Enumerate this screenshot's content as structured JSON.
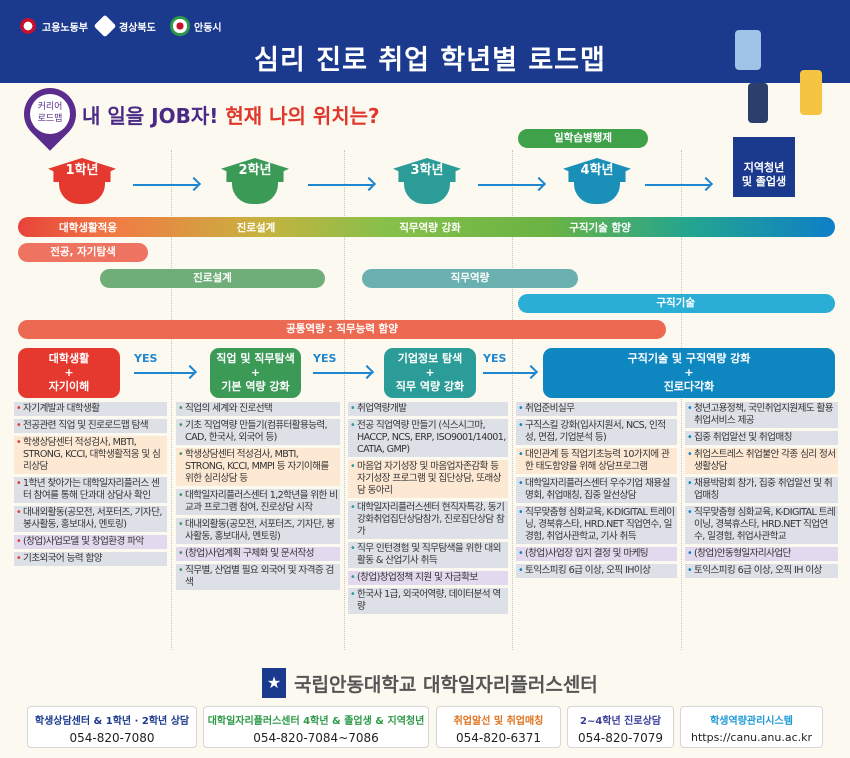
{
  "header": {
    "logos": [
      "고용노동부",
      "경상북도",
      "안동시"
    ],
    "title": "심리 진로 취업 학년별 로드맵"
  },
  "pin": {
    "line1": "커리어",
    "line2": "로드맵"
  },
  "subtitle": {
    "part1": "내 일을 JOB자!",
    "part2": "현재 나의 위치는?"
  },
  "work_study": "일학습병행제",
  "grades": [
    "1학년",
    "2학년",
    "3학년",
    "4학년"
  ],
  "graduate": {
    "line1": "지역청년",
    "line2": "및 졸업생"
  },
  "main_bar": [
    "대학생활적응",
    "진로설계",
    "직무역량 강화",
    "구직기술 함양"
  ],
  "bars": {
    "major": "전공, 자기탐색",
    "career": "진로설계",
    "job": "직무역량",
    "jobskill": "구직기술",
    "common": "공통역량 : 직무능력 함양"
  },
  "yes": "YES",
  "plus": "+",
  "stages": [
    {
      "a": "대학생활",
      "b": "자기이해",
      "color": "#e5392f"
    },
    {
      "a": "직업 및 직무탐색",
      "b": "기본 역량 강화",
      "color": "#3c9a57"
    },
    {
      "a": "기업정보 탐색",
      "b": "직무 역량 강화",
      "color": "#2b9c97"
    },
    {
      "a": "구직기술 및 구직역량 강화",
      "b": "진로다각화",
      "color": "#0e86c0"
    }
  ],
  "columns": [
    {
      "bullet": "#e5392f",
      "items": [
        {
          "t": "자기계발과 대학생활",
          "k": "g"
        },
        {
          "t": "전공관련 직업 및 진로로드맵 탐색",
          "k": "g"
        },
        {
          "t": "학생상담센터 적성검사, MBTI, STRONG, KCCI, 대학생활적응 및 심리상담",
          "k": "o"
        },
        {
          "t": "1학년 찾아가는 대학일자리플러스 센터 참여를 통해 단과대 상담사 확인",
          "k": "g"
        },
        {
          "t": "대내외활동(공모전, 서포터즈, 기자단, 봉사활동, 홍보대사, 멘토링)",
          "k": "g"
        },
        {
          "t": "(창업)사업모델 및 창업환경 파악",
          "k": "p"
        },
        {
          "t": "기초외국어 능력 함양",
          "k": "g"
        }
      ]
    },
    {
      "bullet": "#3c9a57",
      "items": [
        {
          "t": "직업의 세계와 진로선택",
          "k": "g"
        },
        {
          "t": "기초 직업역량 만들기(컴퓨터활용능력, CAD, 한국사, 외국어 등)",
          "k": "g"
        },
        {
          "t": "학생상담센터 적성검사, MBTI, STRONG, KCCI, MMPI 등 자기이해를 위한 심리상담 등",
          "k": "o"
        },
        {
          "t": "대학일자리플러스센터 1,2학년을 위한 비교과 프로그램 참여, 진로상담 시작",
          "k": "g"
        },
        {
          "t": "대내외활동(공모전, 서포터즈, 기자단, 봉사활동, 홍보대사, 멘토링)",
          "k": "g"
        },
        {
          "t": "(창업)사업계획 구체화 및 문서작성",
          "k": "p"
        },
        {
          "t": "직무별, 산업별 필요 외국어 및 자격증 검색",
          "k": "g"
        }
      ]
    },
    {
      "bullet": "#2b9c97",
      "items": [
        {
          "t": "취업역량개발",
          "k": "g"
        },
        {
          "t": "전공 직업역량 만들기 (식스시그마, HACCP, NCS, ERP, ISO9001/14001, CATIA, GMP)",
          "k": "g"
        },
        {
          "t": "마음업 자기성장 및 마음업자존감확 등 자기성장 프로그램 및 집단상담, 또래상담 동아리",
          "k": "o"
        },
        {
          "t": "대학일자리플러스센터 현직자특강, 동기강화취업집단상담참가, 진로집단상담 참가",
          "k": "g"
        },
        {
          "t": "직무 인턴경험 및 직무탐색을 위한 대외활동 & 산업기사 취득",
          "k": "g"
        },
        {
          "t": "(창업)창업정책 지원 및 자금확보",
          "k": "p"
        },
        {
          "t": "한국사 1급, 외국어역량, 데이터분석 역량",
          "k": "g"
        }
      ]
    },
    {
      "bullet": "#0e86c0",
      "items": [
        {
          "t": "취업준비실무",
          "k": "g"
        },
        {
          "t": "구직스킬 강화(입사지원서, NCS, 인적성, 면접, 기업분석 등)",
          "k": "g"
        },
        {
          "t": "대인관계 등 직업기초능력 10가지에 관한 태도함양을 위해 상담프로그램",
          "k": "o"
        },
        {
          "t": "대학일자리플러스센터 우수기업 채용설명회, 취업매칭, 집중 알선상담",
          "k": "g"
        },
        {
          "t": "직무맞춤형 심화교육, K-DIGITAL 트레이닝, 경북휴스타, HRD.NET 직업연수, 일경험, 취업사관학교, 기사 취득",
          "k": "g"
        },
        {
          "t": "(창업)사업장 입지 결정 및 마케팅",
          "k": "p"
        },
        {
          "t": "토익스피킹 6급 이상, 오픽 IH이상",
          "k": "g"
        }
      ]
    },
    {
      "bullet": "#0e86c0",
      "items": [
        {
          "t": "청년고용정책, 국민취업지원제도 활용 취업서비스 제공",
          "k": "g"
        },
        {
          "t": "집중 취업알선 및 취업매칭",
          "k": "g"
        },
        {
          "t": "취업스트레스 취업불안 각종 심리 정서 생활상담",
          "k": "o"
        },
        {
          "t": "채용박람회 참가, 집중 취업알선 및 취업매칭",
          "k": "g"
        },
        {
          "t": "직무맞춤형 심화교육, K-DIGITAL 트레이닝, 경북휴스타, HRD.NET 직업연수, 일경험, 취업사관학교",
          "k": "g"
        },
        {
          "t": "(창업)안동형일자리사업단",
          "k": "p"
        },
        {
          "t": "토익스피킹 6급 이상, 오픽 IH 이상",
          "k": "g"
        }
      ]
    }
  ],
  "footer": {
    "org": "국립안동대학교 대학일자리플러스센터",
    "contacts": [
      {
        "label": "학생상담센터 & 1학년 · 2학년 상담",
        "value": "054-820-7080",
        "color": "#1b3a8e"
      },
      {
        "label": "대학일자리플러스센터 4학년 & 졸업생 & 지역청년",
        "value": "054-820-7084~7086",
        "color": "#2e9a48"
      },
      {
        "label": "취업알선 및 취업매칭",
        "value": "054-820-6371",
        "color": "#e0731f"
      },
      {
        "label": "2~4학년 진로상담",
        "value": "054-820-7079",
        "color": "#3a3f9a"
      },
      {
        "label": "학생역량관리시스템",
        "value": "https://canu.anu.ac.kr",
        "color": "#1f9ad6"
      }
    ]
  }
}
